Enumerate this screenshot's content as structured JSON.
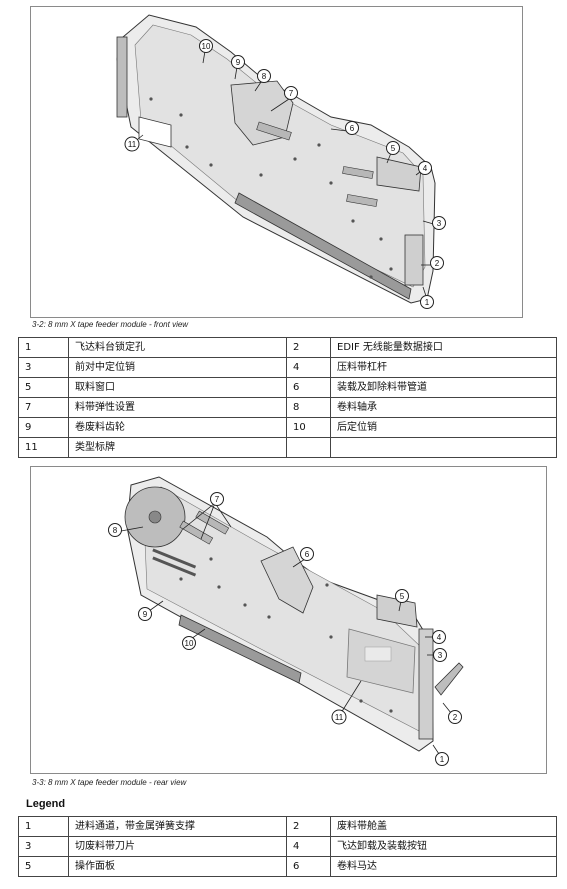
{
  "figure1": {
    "caption": "3-2:  8 mm X tape feeder module - front view",
    "callouts": [
      "10",
      "9",
      "8",
      "7",
      "6",
      "5",
      "4",
      "3",
      "2",
      "1",
      "11"
    ]
  },
  "table1": {
    "rows": [
      {
        "n1": "1",
        "t1": "飞达料台锁定孔",
        "n2": "2",
        "t2": "EDIF 无线能量数据接口"
      },
      {
        "n1": "3",
        "t1": "前对中定位销",
        "n2": "4",
        "t2": "压料带杠杆"
      },
      {
        "n1": "5",
        "t1": "取料窗口",
        "n2": "6",
        "t2": "装载及卸除料带管道"
      },
      {
        "n1": "7",
        "t1": "料带弹性设置",
        "n2": "8",
        "t2": "卷料轴承"
      },
      {
        "n1": "9",
        "t1": "卷废料齿轮",
        "n2": "10",
        "t2": "后定位销"
      },
      {
        "n1": "11",
        "t1": "类型标牌",
        "n2": "",
        "t2": ""
      }
    ]
  },
  "figure2": {
    "caption": "3-3:  8 mm X tape feeder module - rear view",
    "callouts": [
      "7",
      "8",
      "6",
      "9",
      "10",
      "5",
      "4",
      "3",
      "2",
      "11",
      "1"
    ]
  },
  "legend": {
    "title": "Legend",
    "rows": [
      {
        "n1": "1",
        "t1": "进料通道，带金属弹簧支撑",
        "n2": "2",
        "t2": "废料带舱盖"
      },
      {
        "n1": "3",
        "t1": "切废料带刀片",
        "n2": "4",
        "t2": "飞达卸载及装载按钮"
      },
      {
        "n1": "5",
        "t1": "操作面板",
        "n2": "6",
        "t2": "卷料马达"
      }
    ]
  }
}
